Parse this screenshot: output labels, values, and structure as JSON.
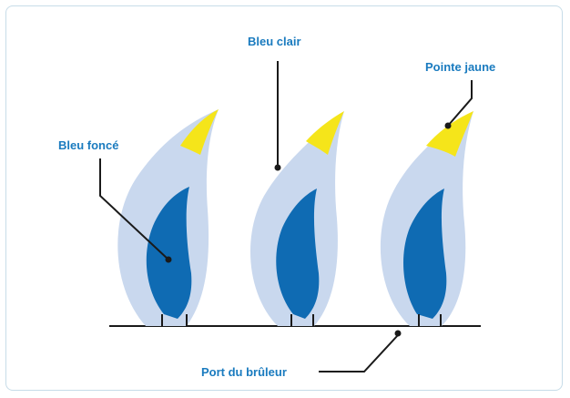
{
  "labels": {
    "dark_blue": "Bleu foncé",
    "light_blue": "Bleu clair",
    "yellow_tip": "Pointe jaune",
    "burner_port": "Port du brûleur"
  },
  "colors": {
    "label_text": "#1a7bbf",
    "outer_flame": "#c9d8ee",
    "inner_flame": "#0f6bb3",
    "tip": "#f5e51a",
    "line": "#1a1a1a",
    "border": "#c7dce8"
  }
}
